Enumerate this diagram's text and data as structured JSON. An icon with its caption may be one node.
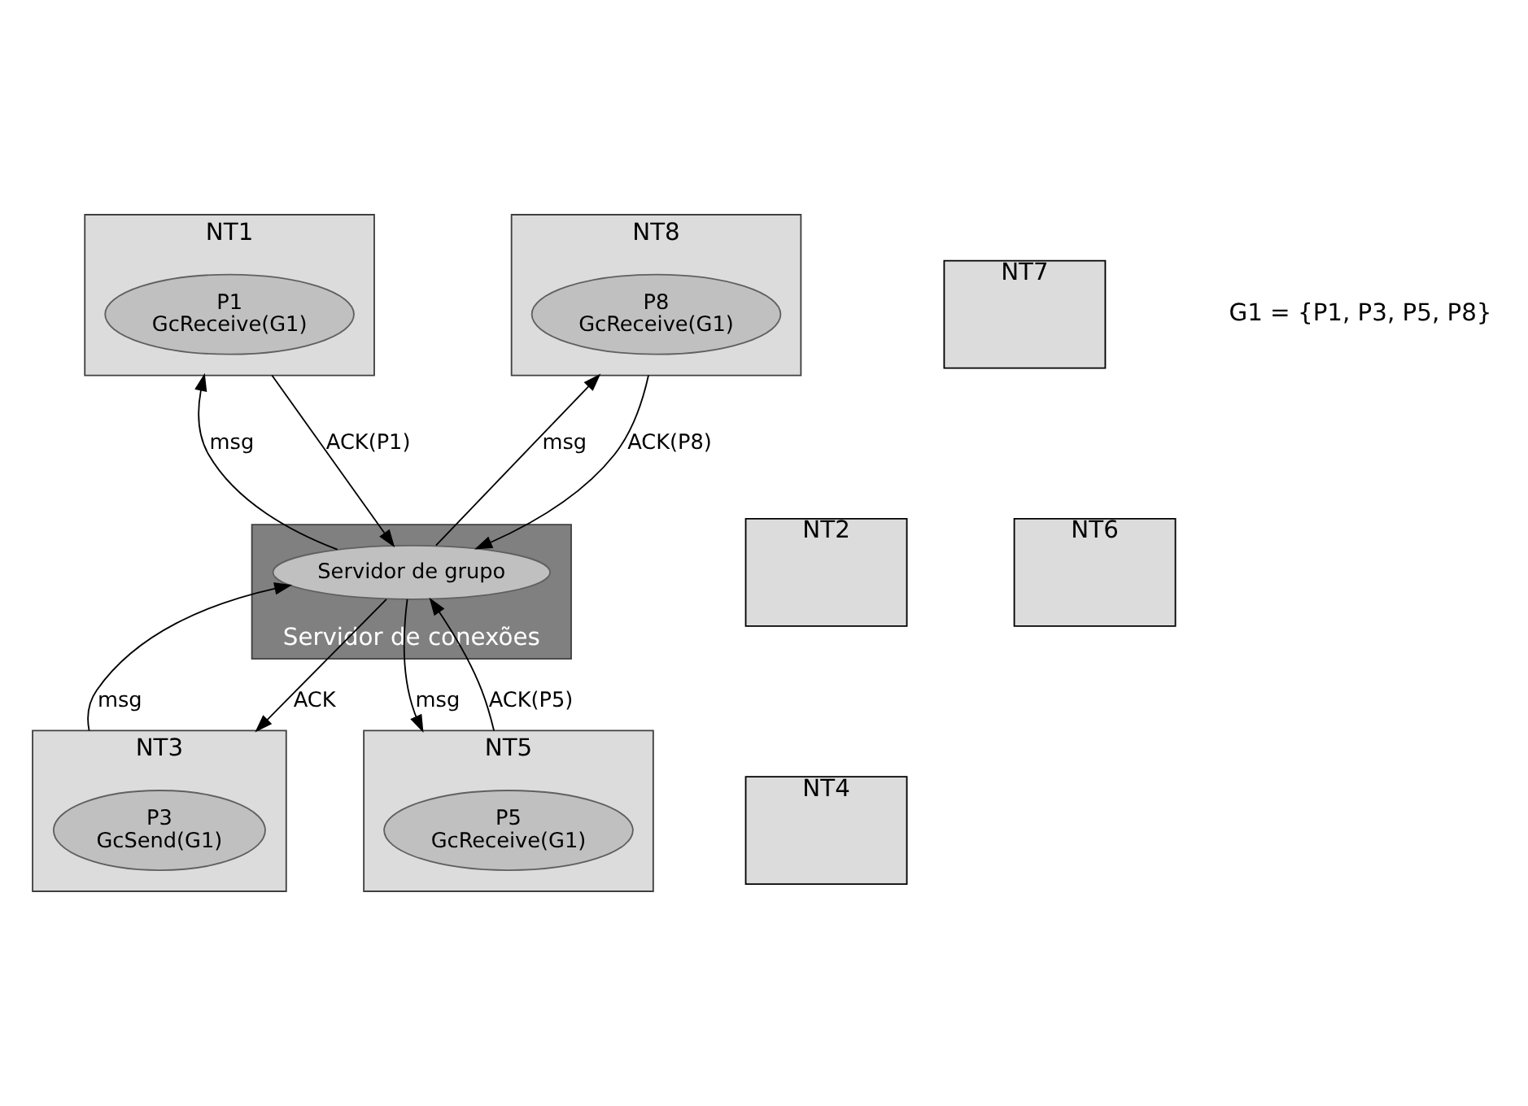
{
  "diagram": {
    "nodes": [
      {
        "text": [
          "NT1"
        ]
      },
      {
        "text": [
          "P1",
          "GcReceive(G1)"
        ],
        "in": 0
      },
      {
        "text": [
          "NT8"
        ]
      },
      {
        "text": [
          "P8",
          "GcReceive(G1)"
        ],
        "in": 2
      },
      {
        "text": [
          "NT7"
        ]
      },
      {
        "text": [
          "NT2"
        ]
      },
      {
        "text": [
          "Servidor de conexões"
        ]
      },
      {
        "text": [
          "Servidor de grupo"
        ],
        "in": 6
      },
      {
        "text": [
          "NT6"
        ]
      },
      {
        "text": [
          "NT3"
        ]
      },
      {
        "text": [
          "P3",
          "GcSend(G1)"
        ],
        "in": 9
      },
      {
        "text": [
          "NT4"
        ]
      },
      {
        "text": [
          "NT5"
        ]
      },
      {
        "text": [
          "P5",
          "GcReceive(G1)"
        ],
        "in": 12
      }
    ],
    "edges": [
      {
        "from": 7,
        "to": 0,
        "arrow": "to",
        "label": "msg"
      },
      {
        "from": 0,
        "to": 7,
        "arrow": "to",
        "label": "ACK(P1)"
      },
      {
        "from": 7,
        "to": 2,
        "arrow": "to",
        "label": "msg"
      },
      {
        "from": 2,
        "to": 7,
        "arrow": "to",
        "label": "ACK(P8)"
      },
      {
        "from": 9,
        "to": 7,
        "arrow": "to",
        "label": "msg"
      },
      {
        "from": 7,
        "to": 9,
        "arrow": "to",
        "label": "ACK"
      },
      {
        "from": 7,
        "to": 12,
        "arrow": "to",
        "label": "msg"
      },
      {
        "from": 12,
        "to": 7,
        "arrow": "to",
        "label": "ACK(P5)"
      }
    ],
    "labels": [
      "G1 = {P1, P3, P5, P8}"
    ]
  }
}
